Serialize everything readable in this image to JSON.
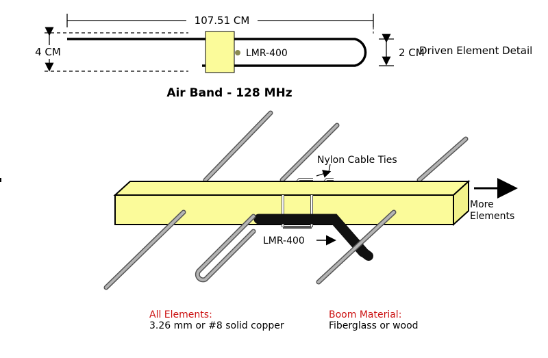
{
  "detail": {
    "width_label": "107.51 CM",
    "height_left_label": "4 CM",
    "height_right_label": "2 CM",
    "feed_label": "LMR-400",
    "caption": "Driven Element Detail"
  },
  "title": "Air Band - 128 MHz",
  "antenna": {
    "ties_label": "Nylon Cable Ties",
    "feed_label": "LMR-400",
    "more_label_1": "More",
    "more_label_2": "Elements"
  },
  "notes": {
    "elements_heading": "All Elements:",
    "elements_text": "3.26 mm or #8 solid copper",
    "boom_heading": "Boom Material:",
    "boom_text": "Fiberglass or wood"
  },
  "colors": {
    "boom_fill": "#fbfb9a",
    "rod": "#a9a9a9",
    "heading_red": "#cc1111"
  }
}
